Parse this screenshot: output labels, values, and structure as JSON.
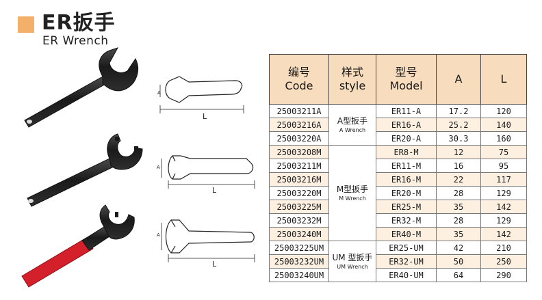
{
  "header": {
    "title": "ER扳手",
    "subtitle": "ER Wrench",
    "accent_color": "#f2b06a"
  },
  "diagrams": {
    "length_label": "L",
    "opening_label": "A"
  },
  "table": {
    "header_bg": "#f8dcbe",
    "columns": [
      {
        "cn": "编号",
        "en": "Code"
      },
      {
        "cn": "样式",
        "en": "style"
      },
      {
        "cn": "型号",
        "en": "Model"
      },
      {
        "cn": "",
        "en": "A"
      },
      {
        "cn": "",
        "en": "L"
      }
    ],
    "groups": [
      {
        "style_cn": "A型扳手",
        "style_en": "A Wrench",
        "rows": [
          {
            "code": "25003211A",
            "model": "ER11-A",
            "a": "17.2",
            "l": "120"
          },
          {
            "code": "25003216A",
            "model": "ER16-A",
            "a": "25.2",
            "l": "140"
          },
          {
            "code": "25003220A",
            "model": "ER20-A",
            "a": "30.3",
            "l": "160"
          }
        ]
      },
      {
        "style_cn": "M型扳手",
        "style_en": "M Wrench",
        "rows": [
          {
            "code": "25003208M",
            "model": "ER8-M",
            "a": "12",
            "l": "75"
          },
          {
            "code": "25003211M",
            "model": "ER11-M",
            "a": "16",
            "l": "95"
          },
          {
            "code": "25003216M",
            "model": "ER16-M",
            "a": "22",
            "l": "117"
          },
          {
            "code": "25003220M",
            "model": "ER20-M",
            "a": "28",
            "l": "129"
          },
          {
            "code": "25003225M",
            "model": "ER25-M",
            "a": "35",
            "l": "142"
          },
          {
            "code": "25003232M",
            "model": "ER32-M",
            "a": "28",
            "l": "129"
          },
          {
            "code": "25003240M",
            "model": "ER40-M",
            "a": "35",
            "l": "142"
          }
        ]
      },
      {
        "style_cn": "UM 型扳手",
        "style_en": "UM Wrench",
        "rows": [
          {
            "code": "25003225UM",
            "model": "ER25-UM",
            "a": "42",
            "l": "210"
          },
          {
            "code": "25003232UM",
            "model": "ER32-UM",
            "a": "50",
            "l": "250"
          },
          {
            "code": "25003240UM",
            "model": "ER40-UM",
            "a": "64",
            "l": "290"
          }
        ]
      }
    ]
  }
}
